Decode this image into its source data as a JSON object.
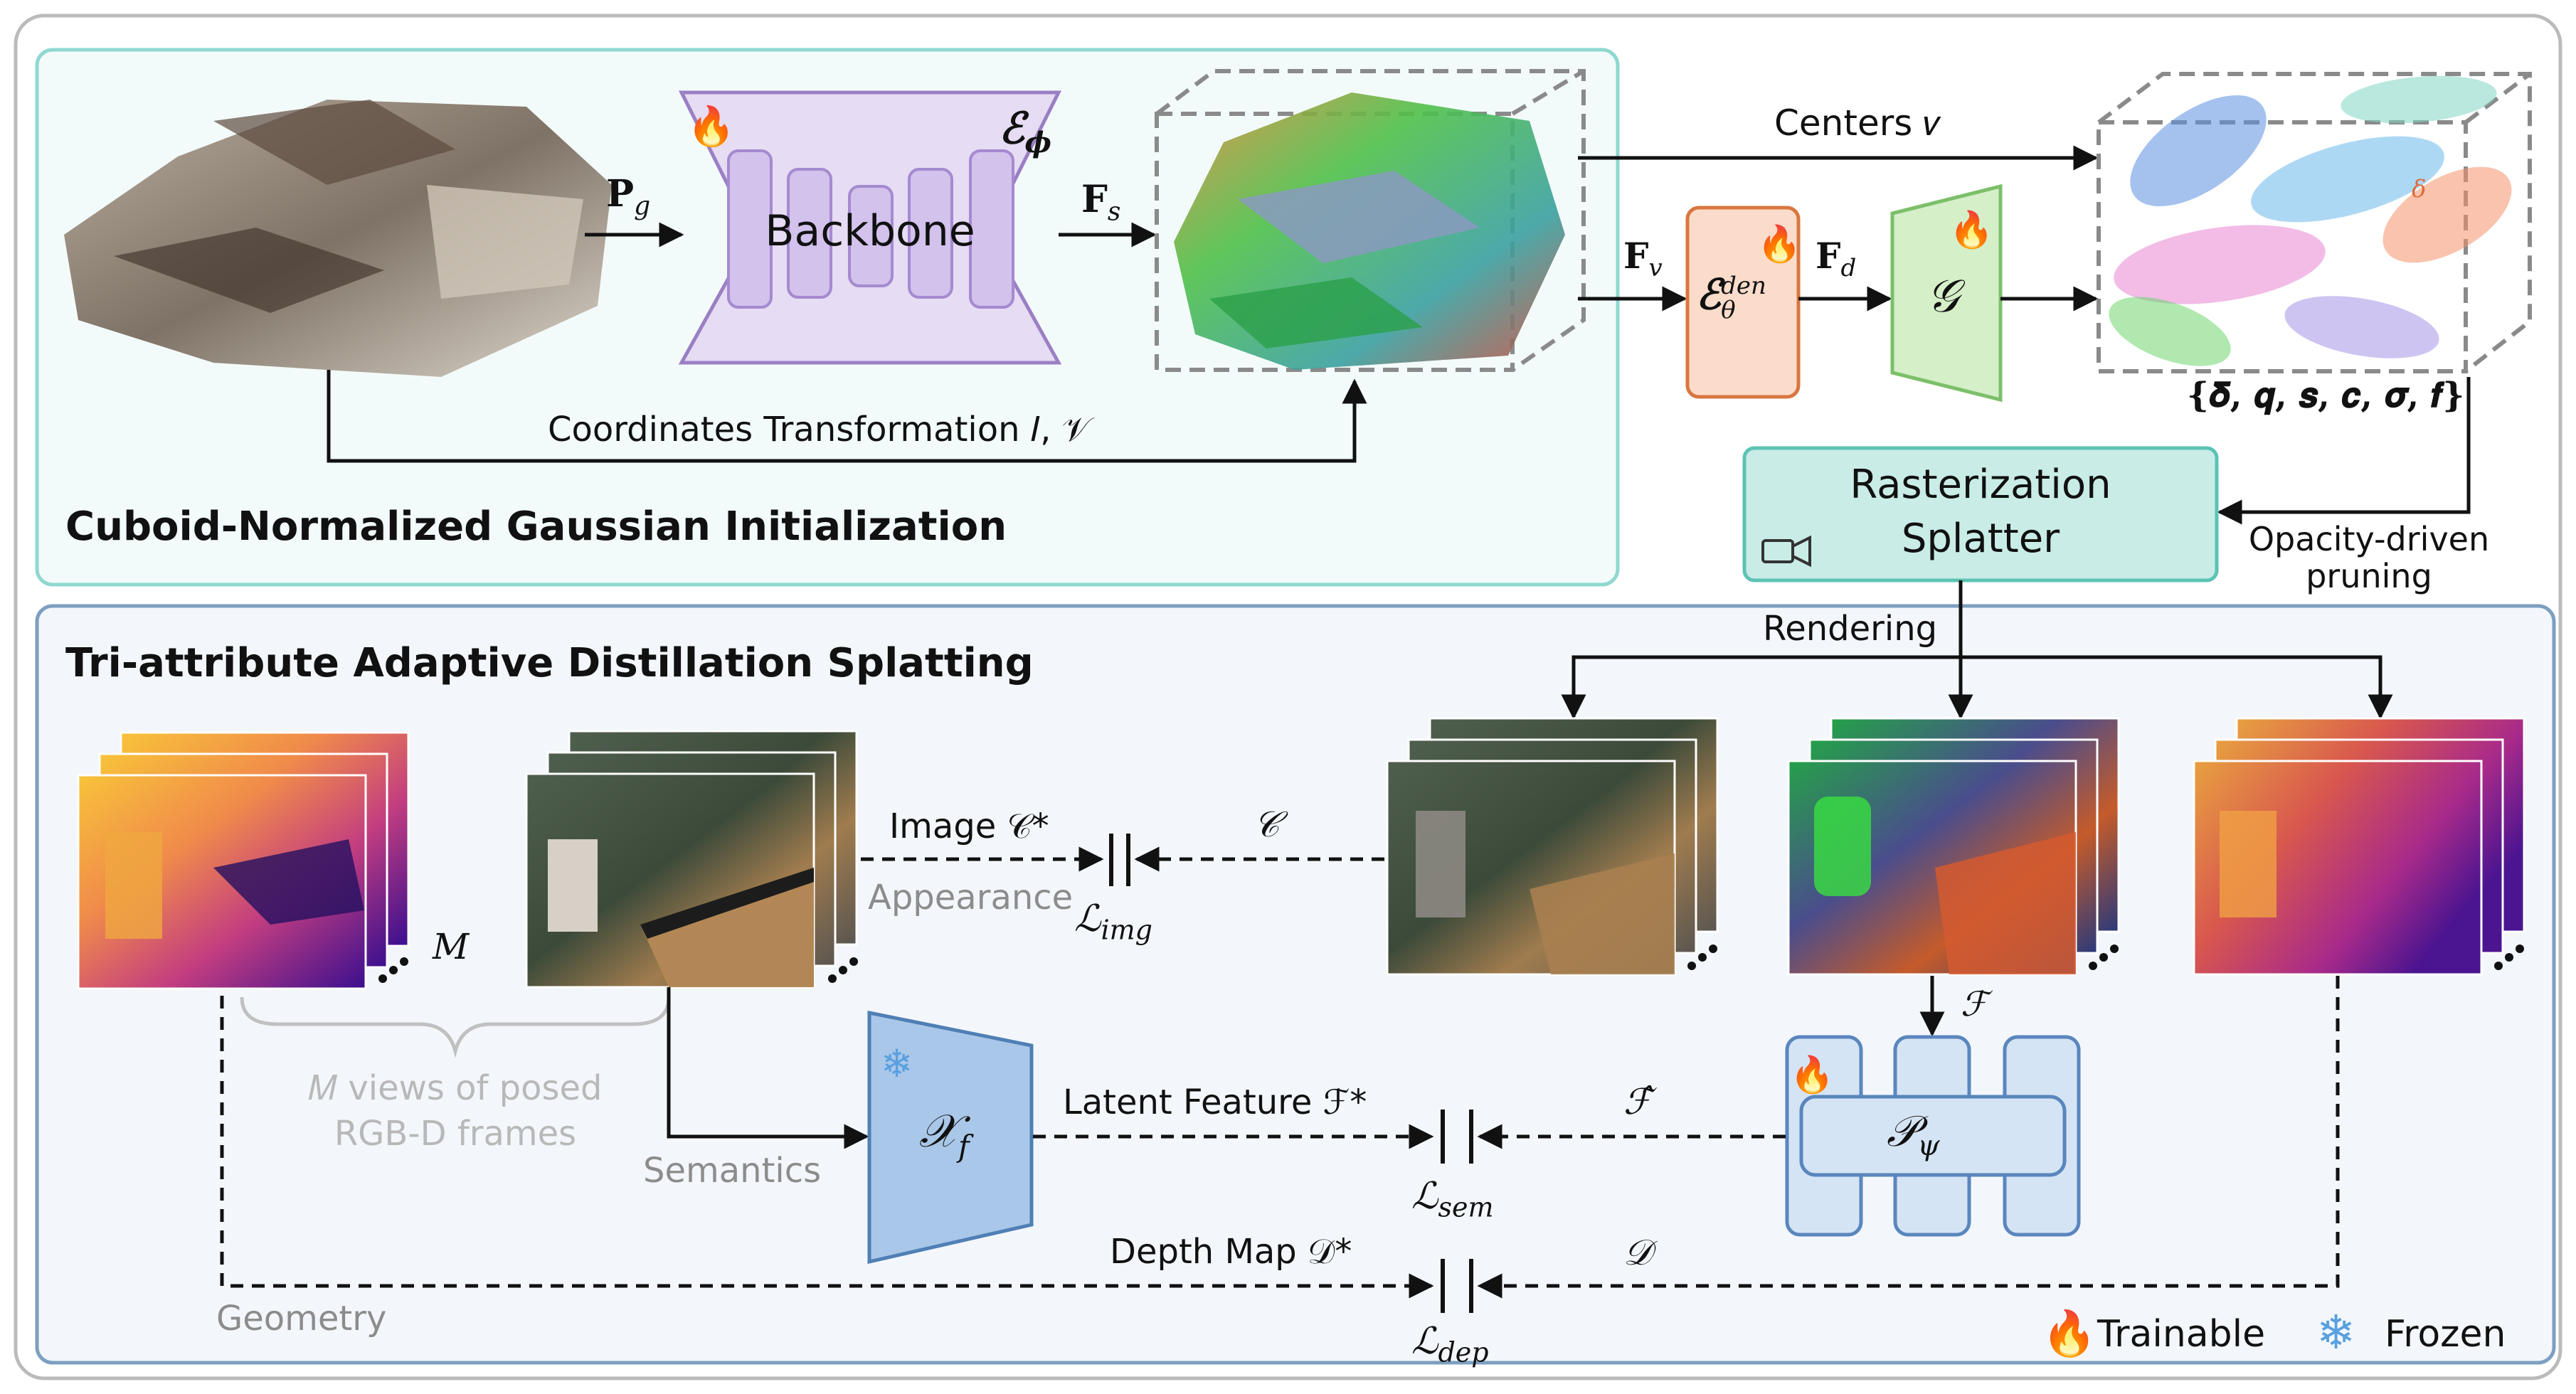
{
  "top_panel": {
    "title": "Cuboid-Normalized Gaussian Initialization",
    "pg_label": "P",
    "pg_sub": "g",
    "backbone_label": "Backbone",
    "encoder_symbol": "ℰ",
    "encoder_sub": "ϕ",
    "fs_label": "F",
    "fs_sub": "s",
    "coord_label": "Coordinates Transformation 𝐼, 𝒱"
  },
  "right_pipeline": {
    "centers_label": "Centers 𝑣",
    "fv_label": "F",
    "fv_sub": "v",
    "dense_enc_symbol": "ℰ",
    "dense_enc_sup": "den",
    "dense_enc_sub": "θ",
    "fd_label": "F",
    "fd_sub": "d",
    "g_symbol": "𝒢",
    "attr_set": "{𝜹, 𝒒, 𝒔, 𝒄, 𝝈, 𝒇}",
    "raster_line1": "Rasterization",
    "raster_line2": "Splatter",
    "pruning_line1": "Opacity-driven",
    "pruning_line2": "pruning",
    "delta_label": "δ"
  },
  "bottom_panel": {
    "title": "Tri-attribute Adaptive Distillation Splatting",
    "rendering_label": "Rendering",
    "m_label": "𝑀",
    "views_line1": "𝑀 views of posed",
    "views_line2": "RGB-D frames",
    "image_label": "Image 𝒞*",
    "appearance_label": "Appearance",
    "c_label": "𝒞",
    "limg_label": "ℒ",
    "limg_sub": "img",
    "f_render_label": "ℱ",
    "xf_symbol": "𝒳",
    "xf_sub": "f",
    "latent_label": "Latent Feature ℱ*",
    "fhat_label": "ℱ̂",
    "p_symbol": "𝒫",
    "p_sub": "ψ",
    "lsem_label": "ℒ",
    "lsem_sub": "sem",
    "semantics_label": "Semantics",
    "depth_label": "Depth Map 𝒟*",
    "d_label": "𝒟",
    "ldep_label": "ℒ",
    "ldep_sub": "dep",
    "geometry_label": "Geometry"
  },
  "legend": {
    "trainable": "Trainable",
    "frozen": "Frozen"
  },
  "colors": {
    "top_panel_border": "#8fd8d0",
    "top_panel_bg": "#f3fbfa",
    "bottom_panel_border": "#7d9fc0",
    "bottom_panel_bg": "#f3f7fb",
    "backbone_fill": "#e6dcf3",
    "backbone_border": "#9b7fc4",
    "dense_enc_fill": "#fbdccb",
    "dense_enc_border": "#d9773f",
    "g_fill": "#d5efc9",
    "g_border": "#7cbf6a",
    "raster_fill": "#c9ece6",
    "raster_border": "#5cc3b4",
    "frozen_fill": "#a9c7e8",
    "frozen_border": "#4f7fb5",
    "decoder_fill": "#d5e4f5",
    "decoder_border": "#5a86bd"
  }
}
